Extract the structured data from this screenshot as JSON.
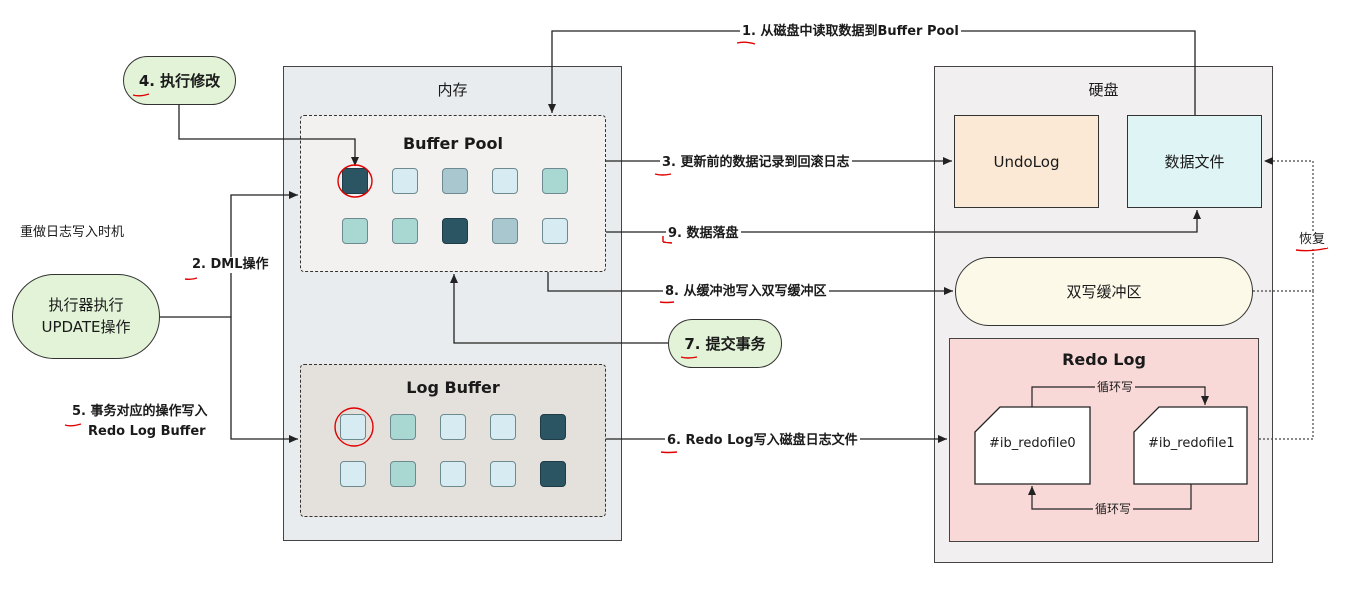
{
  "side_note": "重做日志写入时机",
  "memory": {
    "title": "内存",
    "buffer_pool": {
      "title": "Buffer Pool",
      "row1": [
        "dark",
        "light",
        "gray",
        "light",
        "teal"
      ],
      "row2": [
        "teal",
        "teal",
        "dark",
        "gray",
        "light"
      ]
    },
    "log_buffer": {
      "title": "Log Buffer",
      "row1": [
        "light",
        "teal",
        "light",
        "light",
        "dark"
      ],
      "row2": [
        "light",
        "teal",
        "light",
        "light",
        "dark"
      ]
    }
  },
  "disk": {
    "title": "硬盘",
    "undo_log": "UndoLog",
    "data_file": "数据文件",
    "doublewrite": "双写缓冲区",
    "redo_log": {
      "title": "Redo Log",
      "file0": "#ib_redofile0",
      "file1": "#ib_redofile1",
      "cycle_top": "循环写",
      "cycle_bottom": "循环写"
    }
  },
  "executor": {
    "line1": "执行器执行",
    "line2": "UPDATE操作"
  },
  "steps": {
    "s1": "1. 从磁盘中读取数据到Buffer Pool",
    "s2": "2. DML操作",
    "s3": "3. 更新前的数据记录到回滚日志",
    "s4": "4. 执行修改",
    "s5_line1": "5. 事务对应的操作写入",
    "s5_line2": "Redo Log Buffer",
    "s6": "6. Redo Log写入磁盘日志文件",
    "s7": "7. 提交事务",
    "s8": "8. 从缓冲池写入双写缓冲区",
    "s9": "9. 数据落盘",
    "recover": "恢复"
  },
  "colors": {
    "memory_bg": "#e8ecef",
    "disk_bg": "#f1efef",
    "executor_bg": "#e2f3d7",
    "undo_bg": "#fbe9d6",
    "datafile_bg": "#dff4f4",
    "doublewrite_bg": "#fcf9e9",
    "redo_bg": "#f8d9d8",
    "cell_dark": "#2b5563",
    "cell_teal": "#a9d7d2",
    "cell_light": "#d6ecf2",
    "cell_gray": "#a8c7cf",
    "annotation_red": "#e00000"
  }
}
